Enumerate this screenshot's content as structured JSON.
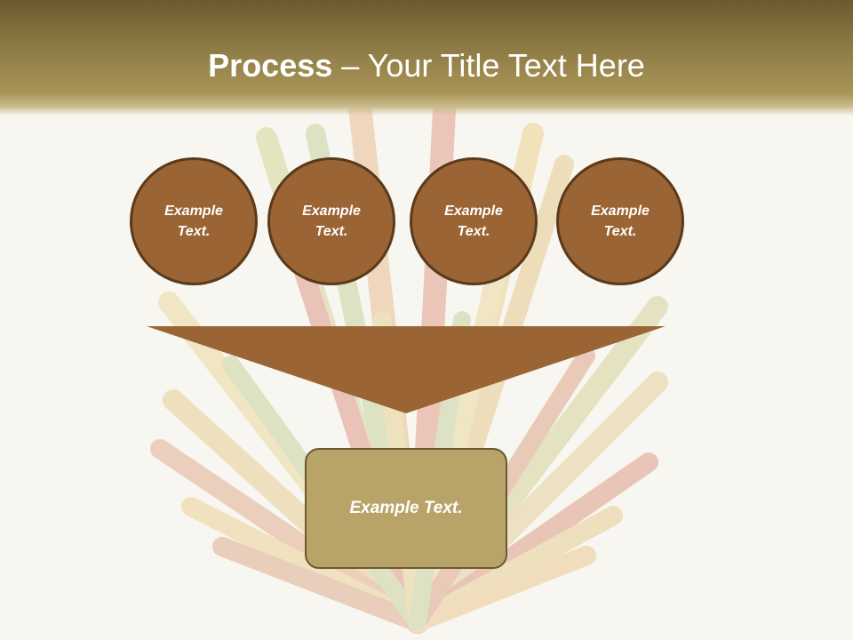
{
  "slide": {
    "title_bold": "Process",
    "title_rest": " – Your Title Text Here",
    "circles": [
      {
        "line1": "Example",
        "line2": "Text."
      },
      {
        "line1": "Example",
        "line2": "Text."
      },
      {
        "line1": "Example",
        "line2": "Text."
      },
      {
        "line1": "Example",
        "line2": "Text."
      }
    ],
    "result_box": "Example Text."
  },
  "colors": {
    "header": "#8c7a45",
    "circle_fill": "#9a6434",
    "circle_border": "#5a3a1a",
    "funnel_fill": "#9a6434",
    "box_fill": "#b8a369",
    "box_border": "#6b5a2f",
    "background": "#f7f6f0"
  }
}
